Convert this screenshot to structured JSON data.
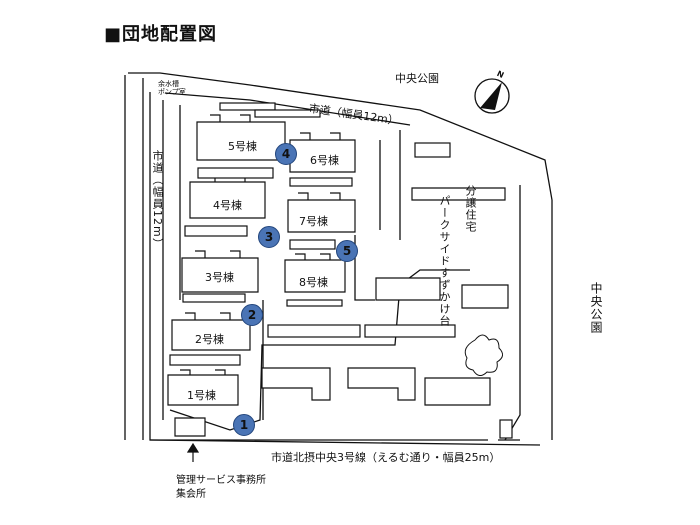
{
  "title": "■団地配置図",
  "roads": {
    "top_park": "中央公園",
    "right_park": "中央公園",
    "top_road": "市道（幅員12m）",
    "left_road": "市道（幅員12m）",
    "bottom_road": "市道北摂中央3号線（えるむ通り・幅員25m）"
  },
  "pump": "余水槽\nポンプ室",
  "compass": "N",
  "condo": "分譲住宅 パークサイドすずかけ台",
  "condo_a": "分譲住宅",
  "condo_b": "パークサイドすずかけ台",
  "buildings": {
    "b1": "1号棟",
    "b2": "2号棟",
    "b3": "3号棟",
    "b4": "4号棟",
    "b5": "5号棟",
    "b6": "6号棟",
    "b7": "7号棟",
    "b8": "8号棟"
  },
  "markers": [
    "1",
    "2",
    "3",
    "4",
    "5"
  ],
  "office_line1": "管理サービス事務所",
  "office_line2": "集会所"
}
